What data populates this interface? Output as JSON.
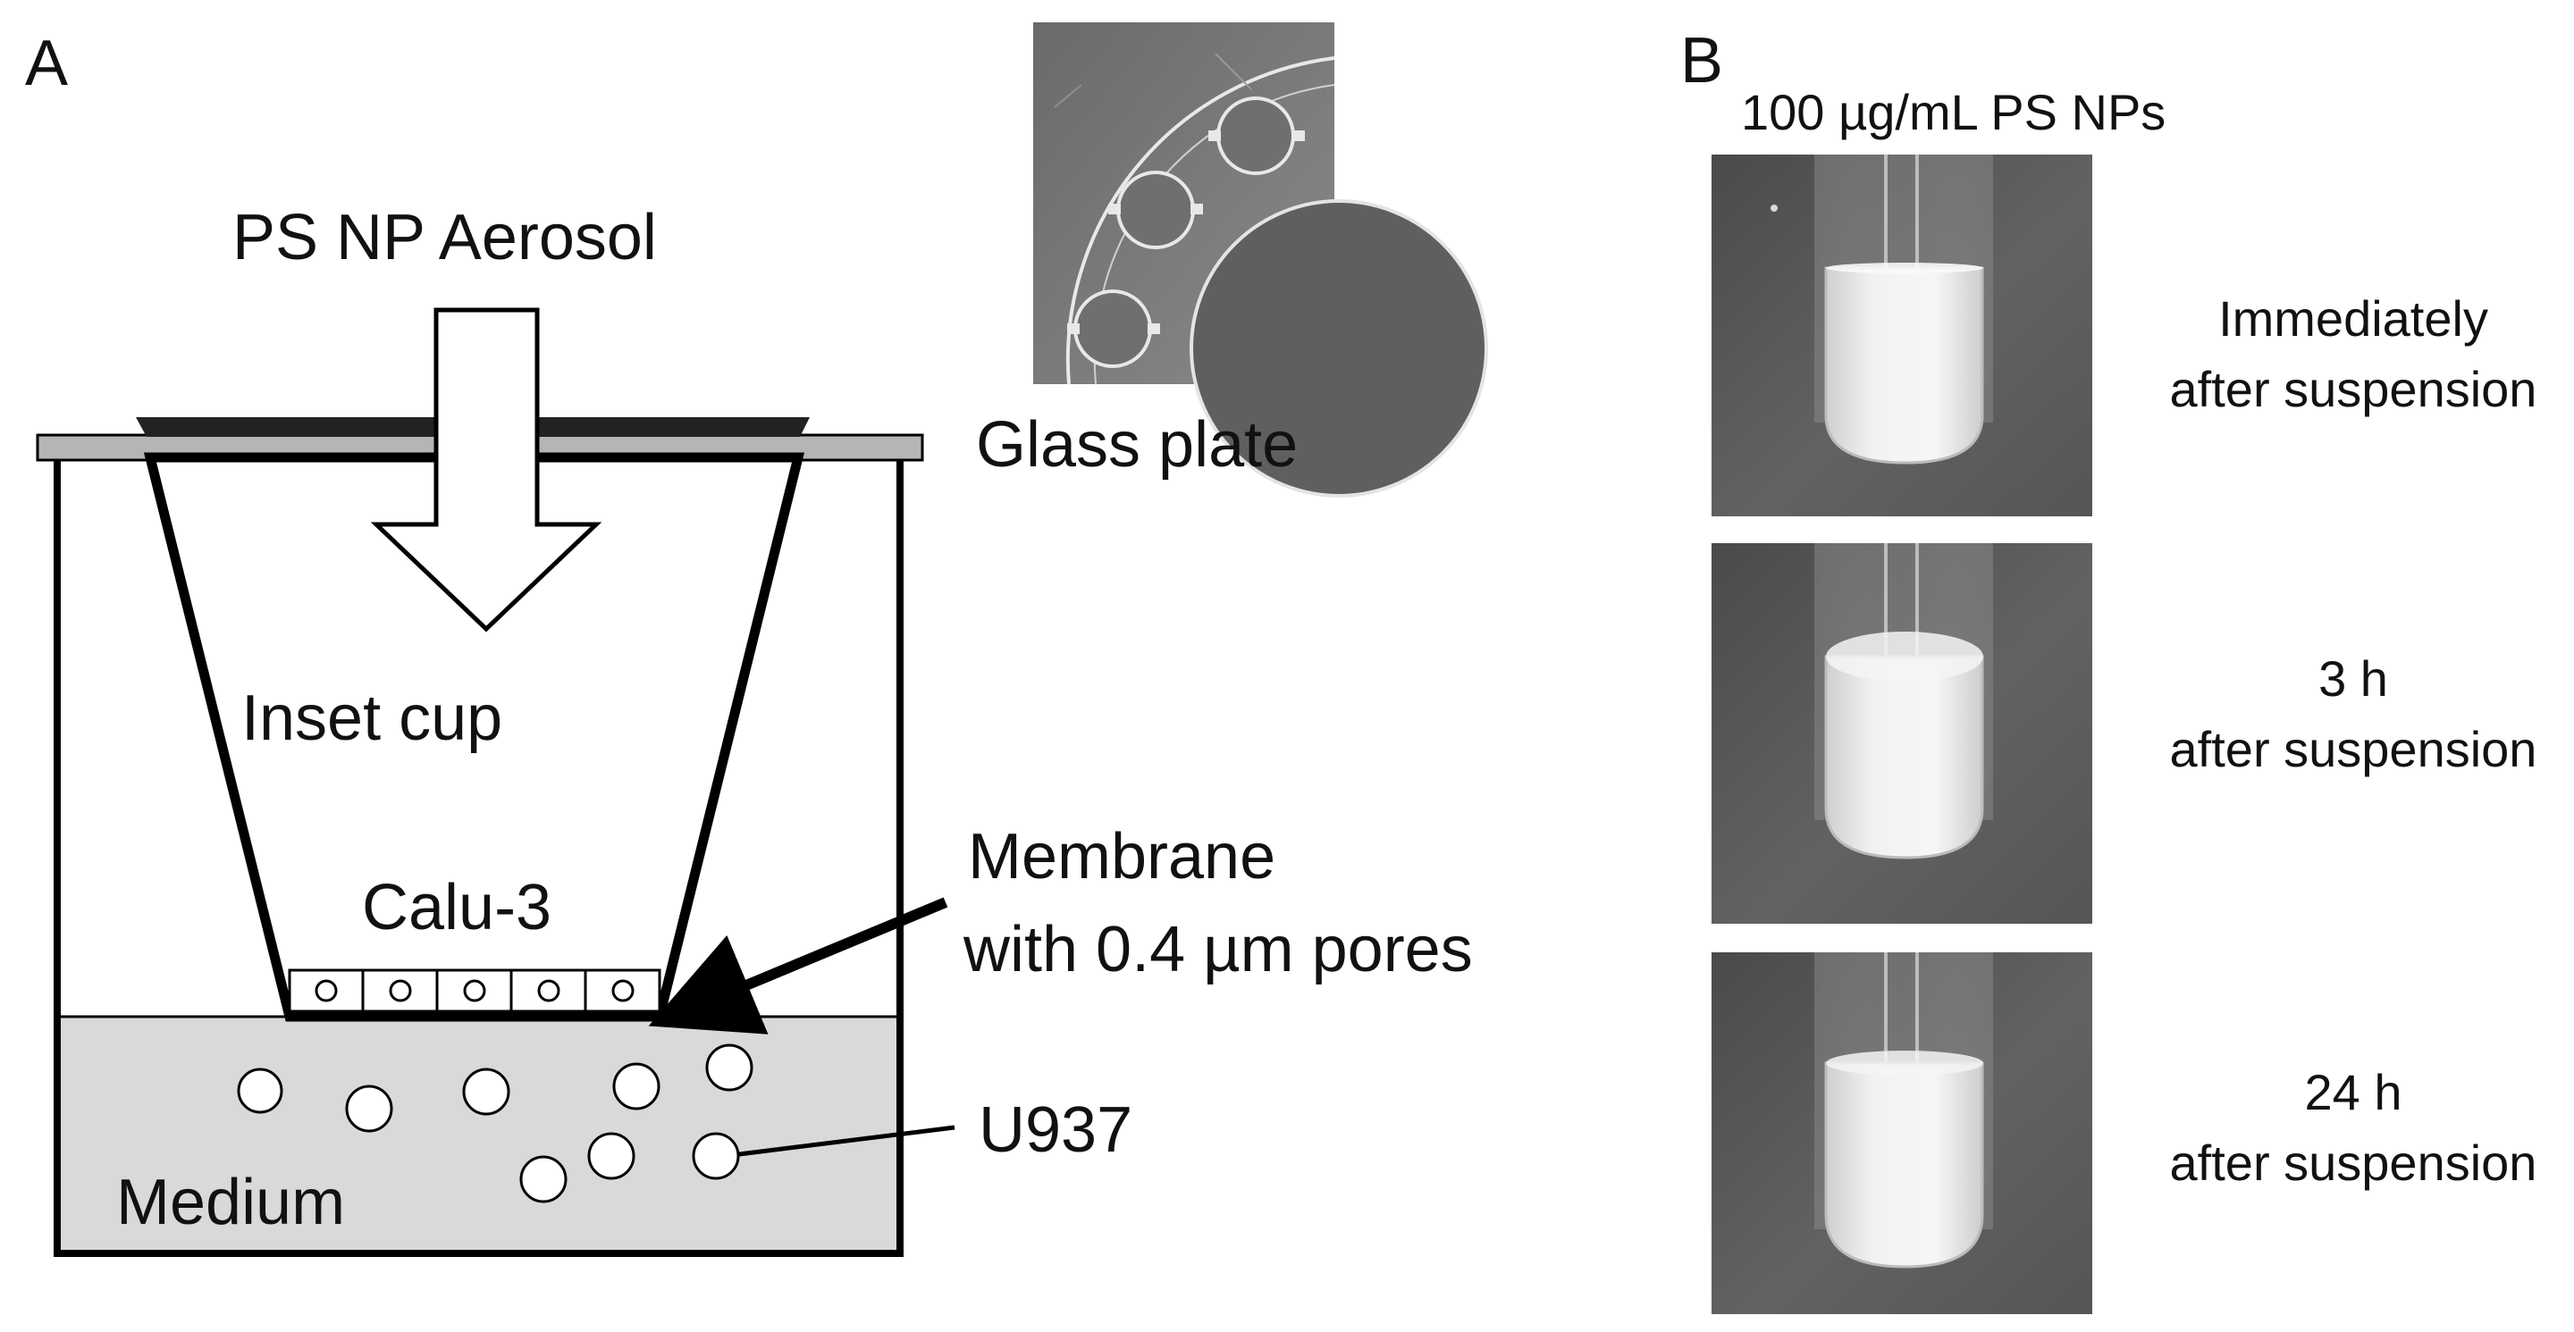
{
  "panel_a": {
    "letter": "A",
    "aerosol_label": "PS NP Aerosol",
    "glass_plate_label": "Glass plate",
    "inset_cup_label": "Inset cup",
    "calu3_label": "Calu-3",
    "membrane_label_line1": "Membrane",
    "membrane_label_line2": "with 0.4 µm pores",
    "u937_label": "U937",
    "medium_label": "Medium"
  },
  "panel_b": {
    "letter": "B",
    "header": "100 µg/mL PS NPs",
    "photos": [
      {
        "label_line1": "Immediately",
        "label_line2": "after suspension"
      },
      {
        "label_line1": "3 h",
        "label_line2": "after suspension"
      },
      {
        "label_line1": "24 h",
        "label_line2": "after suspension"
      }
    ]
  },
  "colors": {
    "medium_fill": "#d9d9d9",
    "plate_fill": "#b5b5b5",
    "photo_background": "#5c5c5c",
    "suspension": "#ececec"
  }
}
